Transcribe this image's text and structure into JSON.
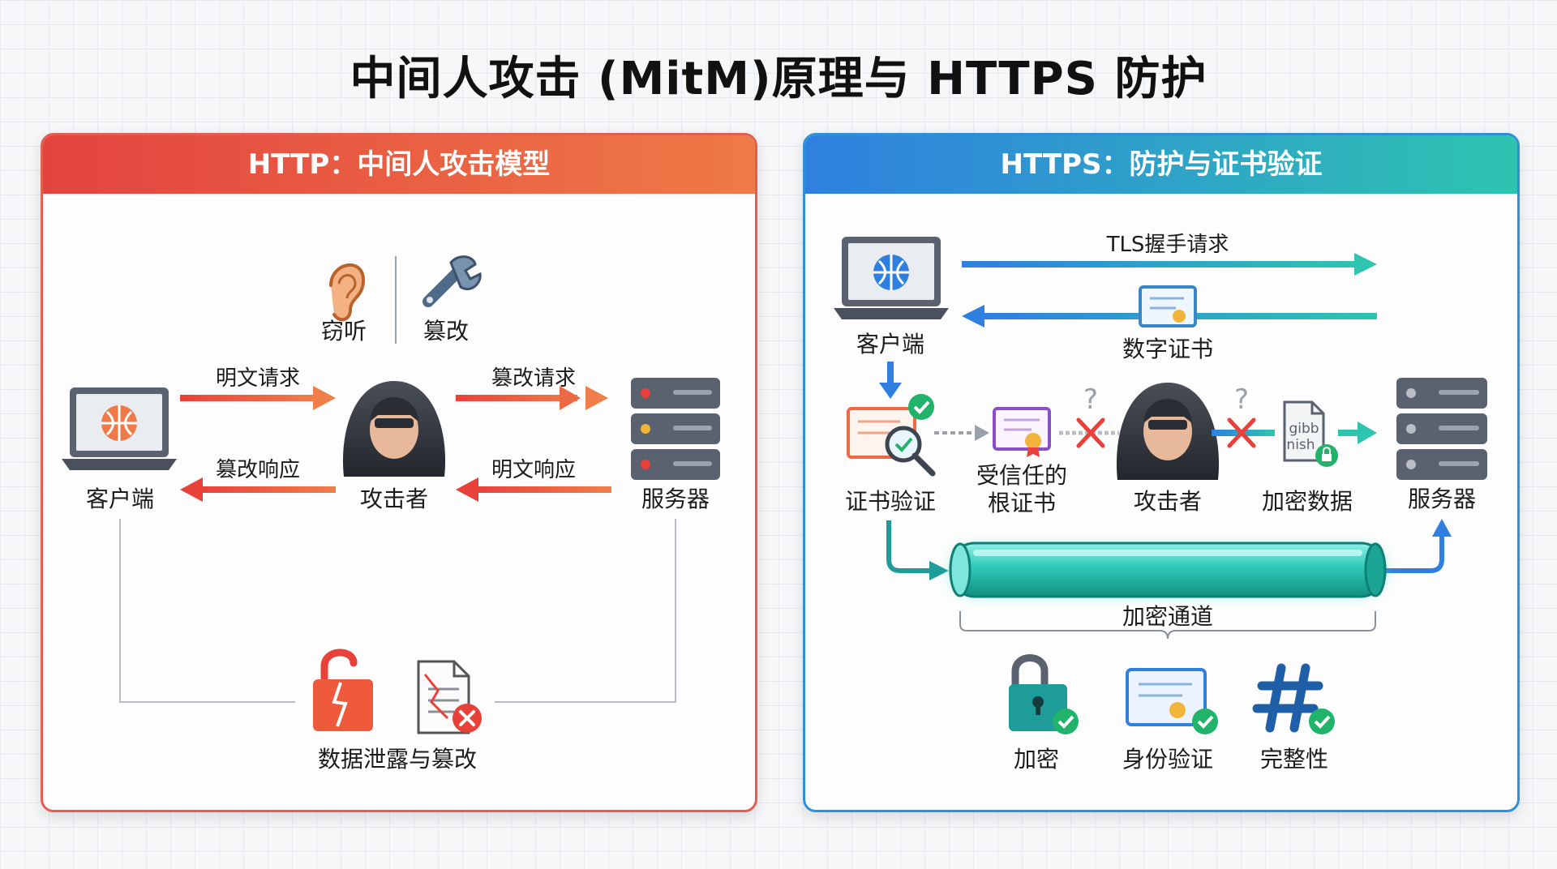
{
  "title": "中间人攻击 (MitM)原理与 HTTPS 防护",
  "http_panel": {
    "heading": "HTTP：中间人攻击模型",
    "threats": {
      "eavesdrop": "窃听",
      "tamper": "篡改"
    },
    "client_label": "客户端",
    "attacker_label": "攻击者",
    "server_label": "服务器",
    "arrows": {
      "plain_request": "明文请求",
      "tampered_request": "篡改请求",
      "tampered_response": "篡改响应",
      "plain_response": "明文响应"
    },
    "result_label": "数据泄露与篡改"
  },
  "https_panel": {
    "heading": "HTTPS：防护与证书验证",
    "client_label": "客户端",
    "handshake_label": "TLS握手请求",
    "certificate_label": "数字证书",
    "cert_verify_label": "证书验证",
    "trusted_root_label_line1": "受信任的",
    "trusted_root_label_line2": "根证书",
    "attacker_label": "攻击者",
    "encrypted_data_label": "加密数据",
    "gibberish_line1": "gibb",
    "gibberish_line2": "nish",
    "server_label": "服务器",
    "question_mark": "?",
    "tunnel_label": "加密通道",
    "features": {
      "encryption": "加密",
      "authentication": "身份验证",
      "integrity": "完整性"
    }
  },
  "colors": {
    "http_accent": "#e3433f",
    "https_blue": "#2f7fe0",
    "https_teal": "#2ec4b0",
    "check_green": "#22b36a",
    "danger_red": "#e8413a"
  }
}
